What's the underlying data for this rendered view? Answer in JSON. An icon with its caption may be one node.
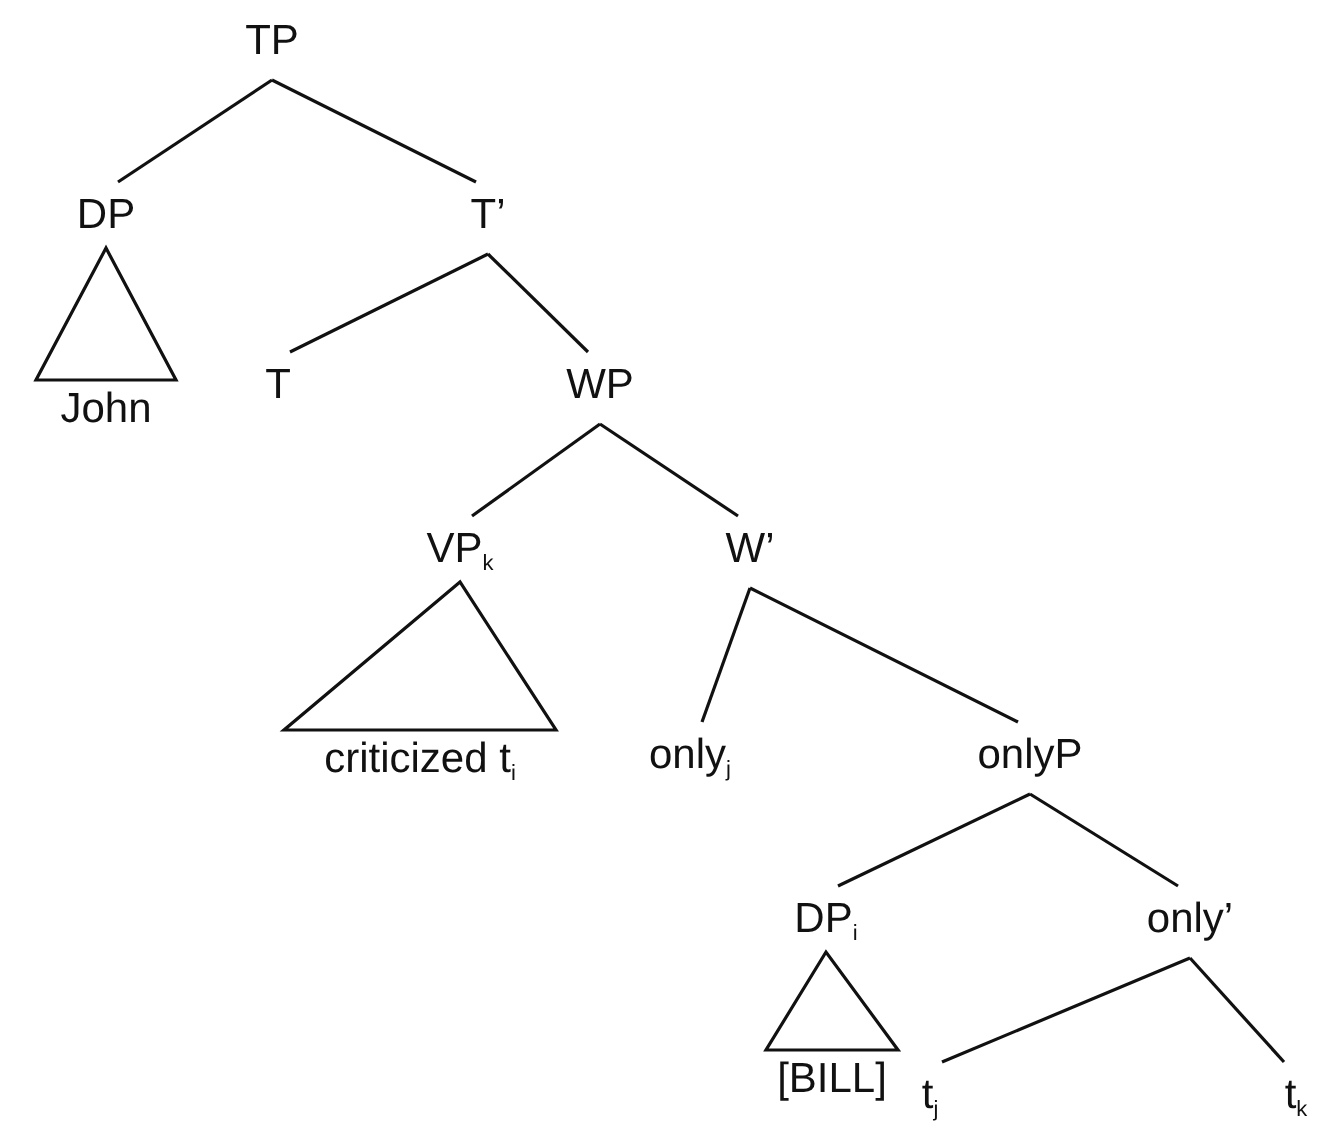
{
  "diagram": {
    "nodes": [
      {
        "text": [
          "TP"
        ]
      },
      {
        "text": [
          "DP"
        ]
      },
      {
        "text": [
          "T’"
        ]
      },
      {
        "text": [
          "John"
        ]
      },
      {
        "text": [
          "T"
        ]
      },
      {
        "text": [
          "WP"
        ]
      },
      {
        "text": [
          "VP$_{k}$"
        ]
      },
      {
        "text": [
          "W’"
        ]
      },
      {
        "text": [
          "criticized t$_{i}$"
        ]
      },
      {
        "text": [
          "only$_{j}$"
        ]
      },
      {
        "text": [
          "onlyP"
        ]
      },
      {
        "text": [
          "DP$_{i}$"
        ]
      },
      {
        "text": [
          "only’"
        ]
      },
      {
        "text": [
          "[BILL]"
        ]
      },
      {
        "text": [
          "t$_{j}$"
        ]
      },
      {
        "text": [
          "t$_{k}$"
        ]
      }
    ],
    "edges": [
      {
        "from": 0,
        "to": 1,
        "arrow": "none"
      },
      {
        "from": 0,
        "to": 2,
        "arrow": "none"
      },
      {
        "from": 1,
        "to": 3,
        "arrow": "none"
      },
      {
        "from": 2,
        "to": 4,
        "arrow": "none"
      },
      {
        "from": 2,
        "to": 5,
        "arrow": "none"
      },
      {
        "from": 5,
        "to": 6,
        "arrow": "none"
      },
      {
        "from": 5,
        "to": 7,
        "arrow": "none"
      },
      {
        "from": 6,
        "to": 8,
        "arrow": "none"
      },
      {
        "from": 7,
        "to": 9,
        "arrow": "none"
      },
      {
        "from": 7,
        "to": 10,
        "arrow": "none"
      },
      {
        "from": 10,
        "to": 11,
        "arrow": "none"
      },
      {
        "from": 10,
        "to": 12,
        "arrow": "none"
      },
      {
        "from": 11,
        "to": 13,
        "arrow": "none"
      },
      {
        "from": 12,
        "to": 14,
        "arrow": "none"
      },
      {
        "from": 12,
        "to": 15,
        "arrow": "none"
      }
    ]
  }
}
